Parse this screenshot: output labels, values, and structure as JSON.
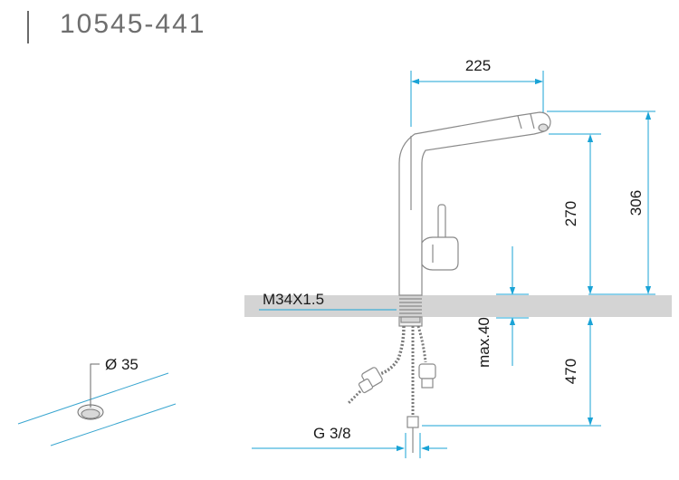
{
  "model_number": "10545-441",
  "dimensions": {
    "spout_reach": "225",
    "spout_height": "270",
    "total_height": "306",
    "below_counter": "470",
    "max_thickness": "max.40",
    "thread": "M34X1.5",
    "hole_diameter": "Ø 35",
    "connection": "G 3/8"
  },
  "colors": {
    "dimension_line": "#1aa3d6",
    "outline": "#8a8a8a",
    "countertop": "#d4d4d4",
    "title": "#6e6e6e"
  }
}
